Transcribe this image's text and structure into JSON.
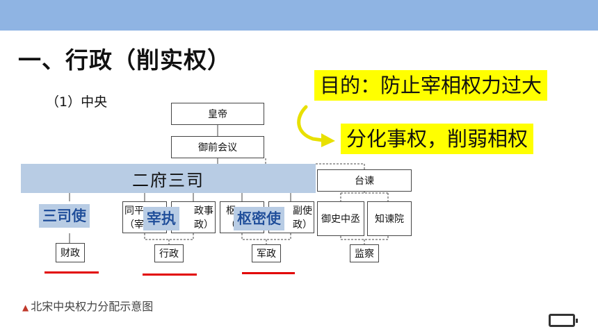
{
  "heading": "一、行政（削实权）",
  "subheading": "（1）中央",
  "callouts": {
    "purpose": "目的：防止宰相权力过大",
    "method": "分化事权，削弱相权"
  },
  "diagram": {
    "emperor": "皇帝",
    "council": "御前会议",
    "band_label": "二府三司",
    "taijian": "台谏",
    "tags": {
      "sansi": "三司使",
      "zaizhi": "宰执",
      "shumi": "枢密使"
    },
    "boxes": {
      "tongping_a": "同平",
      "tongping_b": "（宰",
      "canzheng_a": "政事",
      "canzheng_b": "政）",
      "shumi_a": "枢",
      "shumi_b": "（",
      "fushi_a": "副使",
      "fushi_b": "政）",
      "yushi": "御史中丞",
      "zhijian": "知谏院"
    },
    "bottoms": {
      "caizheng": "财政",
      "xingzheng": "行政",
      "junzheng": "军政",
      "jiancha": "监察"
    }
  },
  "caption": "北宋中央权力分配示意图",
  "colors": {
    "topbar": "#8fb4e3",
    "callout": "#ffff00",
    "band": "#b8cce4",
    "tag_text": "#1f4e9a",
    "underline": "#e20000"
  }
}
